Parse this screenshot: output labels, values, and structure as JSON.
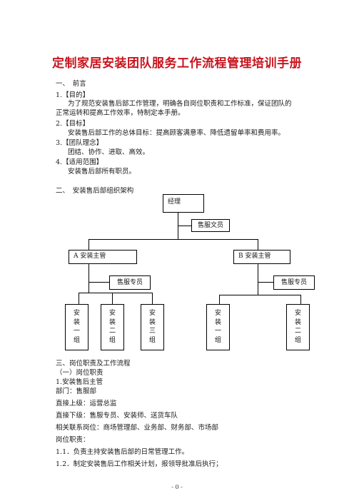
{
  "title": "定制家居安装团队服务工作流程管理培训手册",
  "section1": {
    "heading": "一、　前言",
    "items": [
      {
        "label": "1.【目的】",
        "lines": [
          "为了规范安装售后部工作管理，明确各自岗位职责和工作标准，保证团队的",
          "正常运转和提高工作效率，特制定本手册。"
        ]
      },
      {
        "label": "2.【目标】",
        "lines": [
          "安装售后部工作的总体目标：提高顾客满意率、降低遗留单率和费用率。"
        ]
      },
      {
        "label": "3.【团队理念】",
        "lines": [
          "团结、协作、进取、高效。"
        ]
      },
      {
        "label": "4.【适用范围】",
        "lines": [
          "安装售后部所有职员。"
        ]
      }
    ]
  },
  "section2": {
    "heading": "二、　安装售后部组织架构"
  },
  "org": {
    "manager": "经理",
    "clerk": "售服文员",
    "supervisor_a": "A 安装主管",
    "supervisor_b": "B 安装主管",
    "specialist_a": "售服专员",
    "specialist_b": "售服专员",
    "groups_a": [
      [
        "安",
        "装",
        "一",
        "组"
      ],
      [
        "安",
        "装",
        "二",
        "组"
      ],
      [
        "安",
        "装",
        "三",
        "组"
      ]
    ],
    "groups_b": [
      [
        "安",
        "装",
        "一",
        "组"
      ],
      [
        "安",
        "装",
        "二",
        "组"
      ]
    ]
  },
  "section3": {
    "heading": "三、岗位职责及工作流程",
    "sub": "（一）岗位职责",
    "role": "1.安装售后主管",
    "lines": [
      "部门：售服部",
      "直接上级：运营总监",
      "直接下级：售服专员、安装师、送货车队",
      "相关联系岗位：商场管理部、业务部、财务部、市场部",
      "岗位职责：",
      "1.1．负责主持安装售后部的日常管理工作。",
      "1.2．制定安装售后工作相关计划，报领导批准后执行；"
    ]
  },
  "page_number": "- 0 -"
}
